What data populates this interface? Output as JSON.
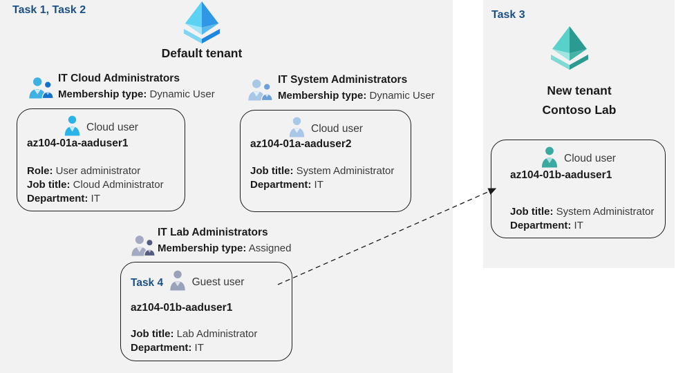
{
  "colors": {
    "background": "#ffffff",
    "panel_background": "#f2f2f2",
    "task_label_text": "#1b5087",
    "heading_text": "#1a1a1a",
    "body_text": "#3a3a3a",
    "card_border": "#1a1a1a",
    "arrow": "#1a1a1a",
    "tenant_icon_blue": {
      "upper_light": "#5bd2f3",
      "upper_dark": "#3096e6",
      "lower_light": "#a0e4f9",
      "lower_dark": "#58b9ef",
      "base_light": "#7fd5f3",
      "base_dark": "#1f86e0"
    },
    "tenant_icon_teal": {
      "upper_light": "#58d1ca",
      "upper_dark": "#2b9a91",
      "lower_light": "#9fe6e0",
      "lower_dark": "#46b3a9",
      "base_light": "#7edad3",
      "base_dark": "#2b9a91"
    },
    "user_icon_blue": "#29b3e8",
    "user_icon_steel": "#a9c8e8",
    "user_icon_gray": "#9aa2ba",
    "user_icon_teal": "#3aaaa0",
    "group_icon_blue": {
      "big": "#3fb0e4",
      "small": "#1470cc"
    },
    "group_icon_steel": {
      "big": "#a9c8e8",
      "small": "#6e9fd8"
    },
    "group_icon_gray": {
      "big": "#a3aac2",
      "small": "#545b7e"
    }
  },
  "left_panel": {
    "task_label": "Task 1, Task 2",
    "tenant_name": "Default tenant",
    "groups": [
      {
        "title": "IT Cloud Administrators",
        "membership_label": "Membership type:",
        "membership_value": "Dynamic User"
      },
      {
        "title": "IT System Administrators",
        "membership_label": "Membership type:",
        "membership_value": "Dynamic User"
      },
      {
        "title": "IT Lab Administrators",
        "membership_label": "Membership type:",
        "membership_value": "Assigned"
      }
    ],
    "cards": [
      {
        "user_type": "Cloud user",
        "name": "az104-01a-aaduser1",
        "fields": [
          {
            "label": "Role:",
            "value": "User administrator"
          },
          {
            "label": "Job title:",
            "value": "Cloud Administrator"
          },
          {
            "label": "Department:",
            "value": "IT"
          }
        ]
      },
      {
        "user_type": "Cloud user",
        "name": "az104-01a-aaduser2",
        "fields": [
          {
            "label": "Job title:",
            "value": "System Administrator"
          },
          {
            "label": "Department:",
            "value": "IT"
          }
        ]
      },
      {
        "task_label": "Task 4",
        "user_type": "Guest user",
        "name": "az104-01b-aaduser1",
        "fields": [
          {
            "label": "Job title:",
            "value": "Lab Administrator"
          },
          {
            "label": "Department:",
            "value": "IT"
          }
        ]
      }
    ]
  },
  "right_panel": {
    "task_label": "Task 3",
    "tenant_name_line1": "New tenant",
    "tenant_name_line2": "Contoso Lab",
    "card": {
      "user_type": "Cloud user",
      "name": "az104-01b-aaduser1",
      "fields": [
        {
          "label": "Job title:",
          "value": "System Administrator"
        },
        {
          "label": "Department:",
          "value": "IT"
        }
      ]
    }
  }
}
